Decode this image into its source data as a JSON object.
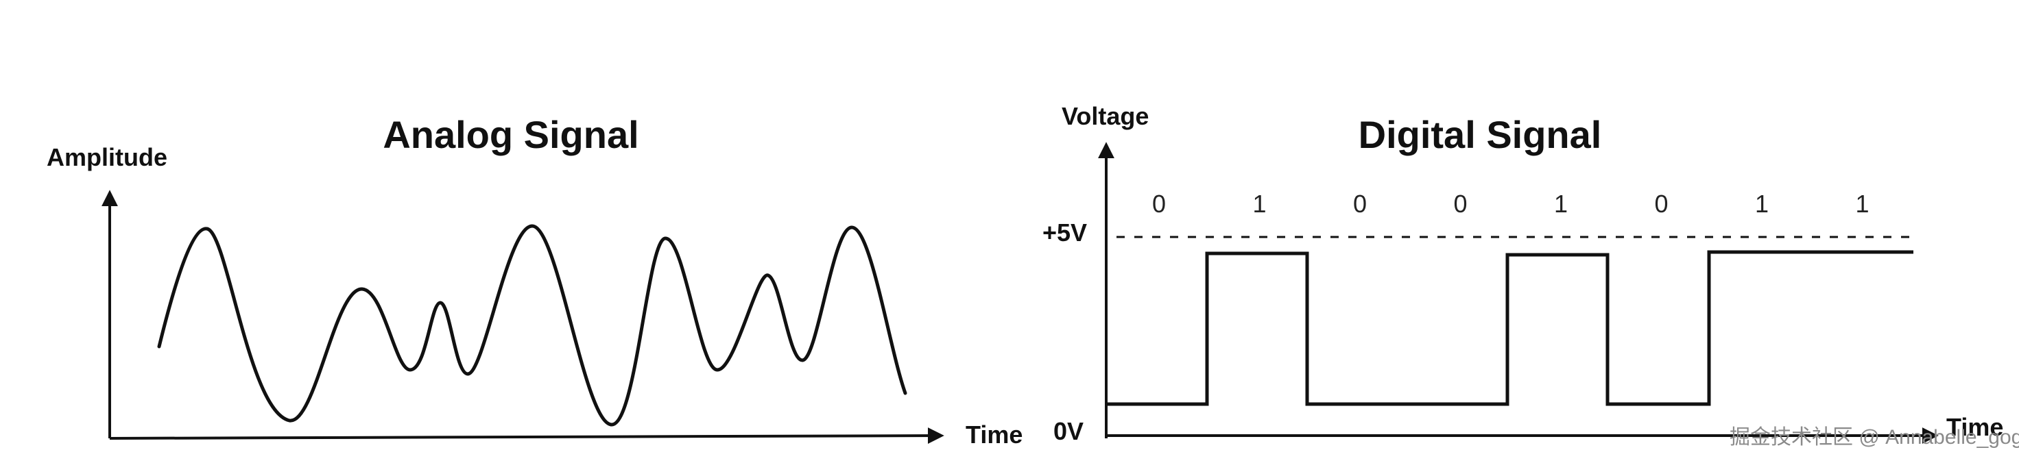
{
  "analog": {
    "title": "Analog Signal",
    "y_label": "Amplitude",
    "x_label": "Time"
  },
  "digital": {
    "title": "Digital Signal",
    "y_label": "Voltage",
    "x_label": "Time",
    "high_label": "+5V",
    "low_label": "0V",
    "bits": [
      "0",
      "1",
      "0",
      "0",
      "1",
      "0",
      "1",
      "1"
    ]
  },
  "watermark": "掘金技术社区 @ Annabelle_gogogo"
}
